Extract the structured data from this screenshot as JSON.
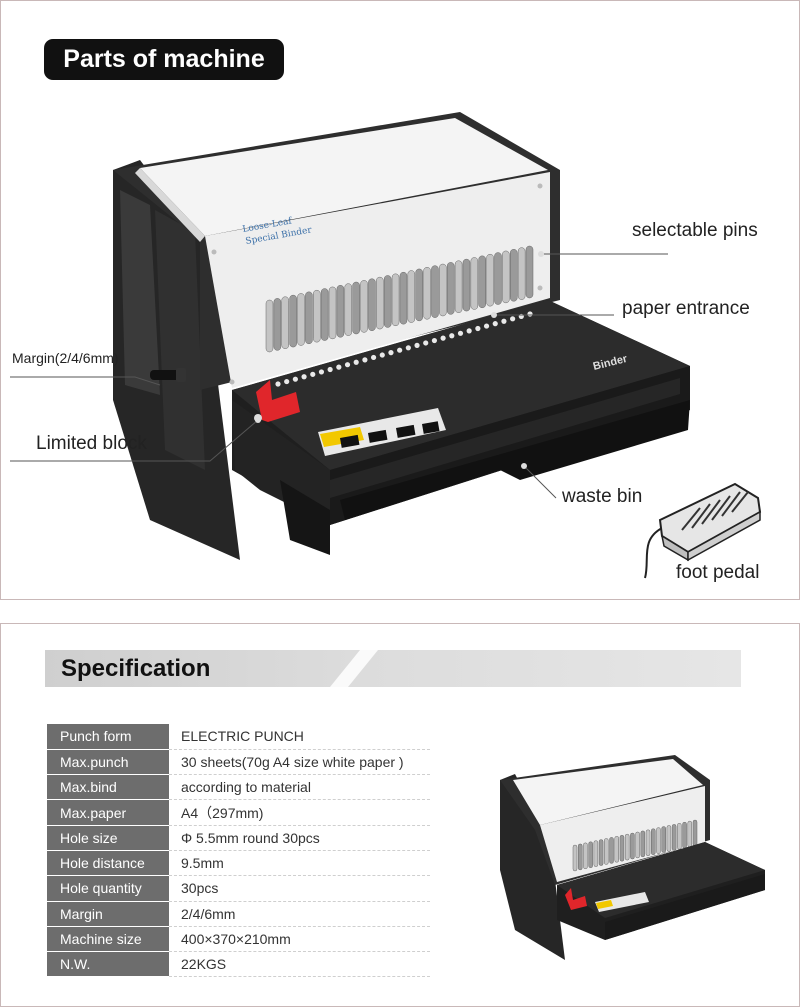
{
  "top": {
    "title": "Parts of machine",
    "labels": {
      "selectable_pins": "selectable pins",
      "paper_entrance": "paper entrance",
      "margin": "Margin(2/4/6mm)",
      "limited_block": "Limited block",
      "waste_bin": "waste bin",
      "foot_pedal": "foot pedal"
    },
    "machine_text": {
      "panel_line1": "Loose-Leaf",
      "panel_line2": "Special Binder",
      "brand": "Binder"
    }
  },
  "spec": {
    "title": "Specification",
    "rows": [
      {
        "key": "Punch form",
        "value": "ELECTRIC PUNCH"
      },
      {
        "key": "Max.punch",
        "value": "30 sheets(70g A4 size white paper )"
      },
      {
        "key": "Max.bind",
        "value": "according to material"
      },
      {
        "key": "Max.paper",
        "value": "A4（297mm)"
      },
      {
        "key": "Hole size",
        "value": "Φ 5.5mm round 30pcs"
      },
      {
        "key": "Hole distance",
        "value": "9.5mm"
      },
      {
        "key": "Hole quantity",
        "value": "30pcs"
      },
      {
        "key": "Margin",
        "value": "2/4/6mm"
      },
      {
        "key": "Machine size",
        "value": "400×370×210mm"
      },
      {
        "key": "N.W.",
        "value": "22KGS"
      }
    ]
  },
  "colors": {
    "machine_body": "#2b2b2b",
    "front_panel": "#eeeeee",
    "limit_block": "#e0262b",
    "spec_key_bg": "#6d6d6d",
    "title_pill": "#111111"
  }
}
